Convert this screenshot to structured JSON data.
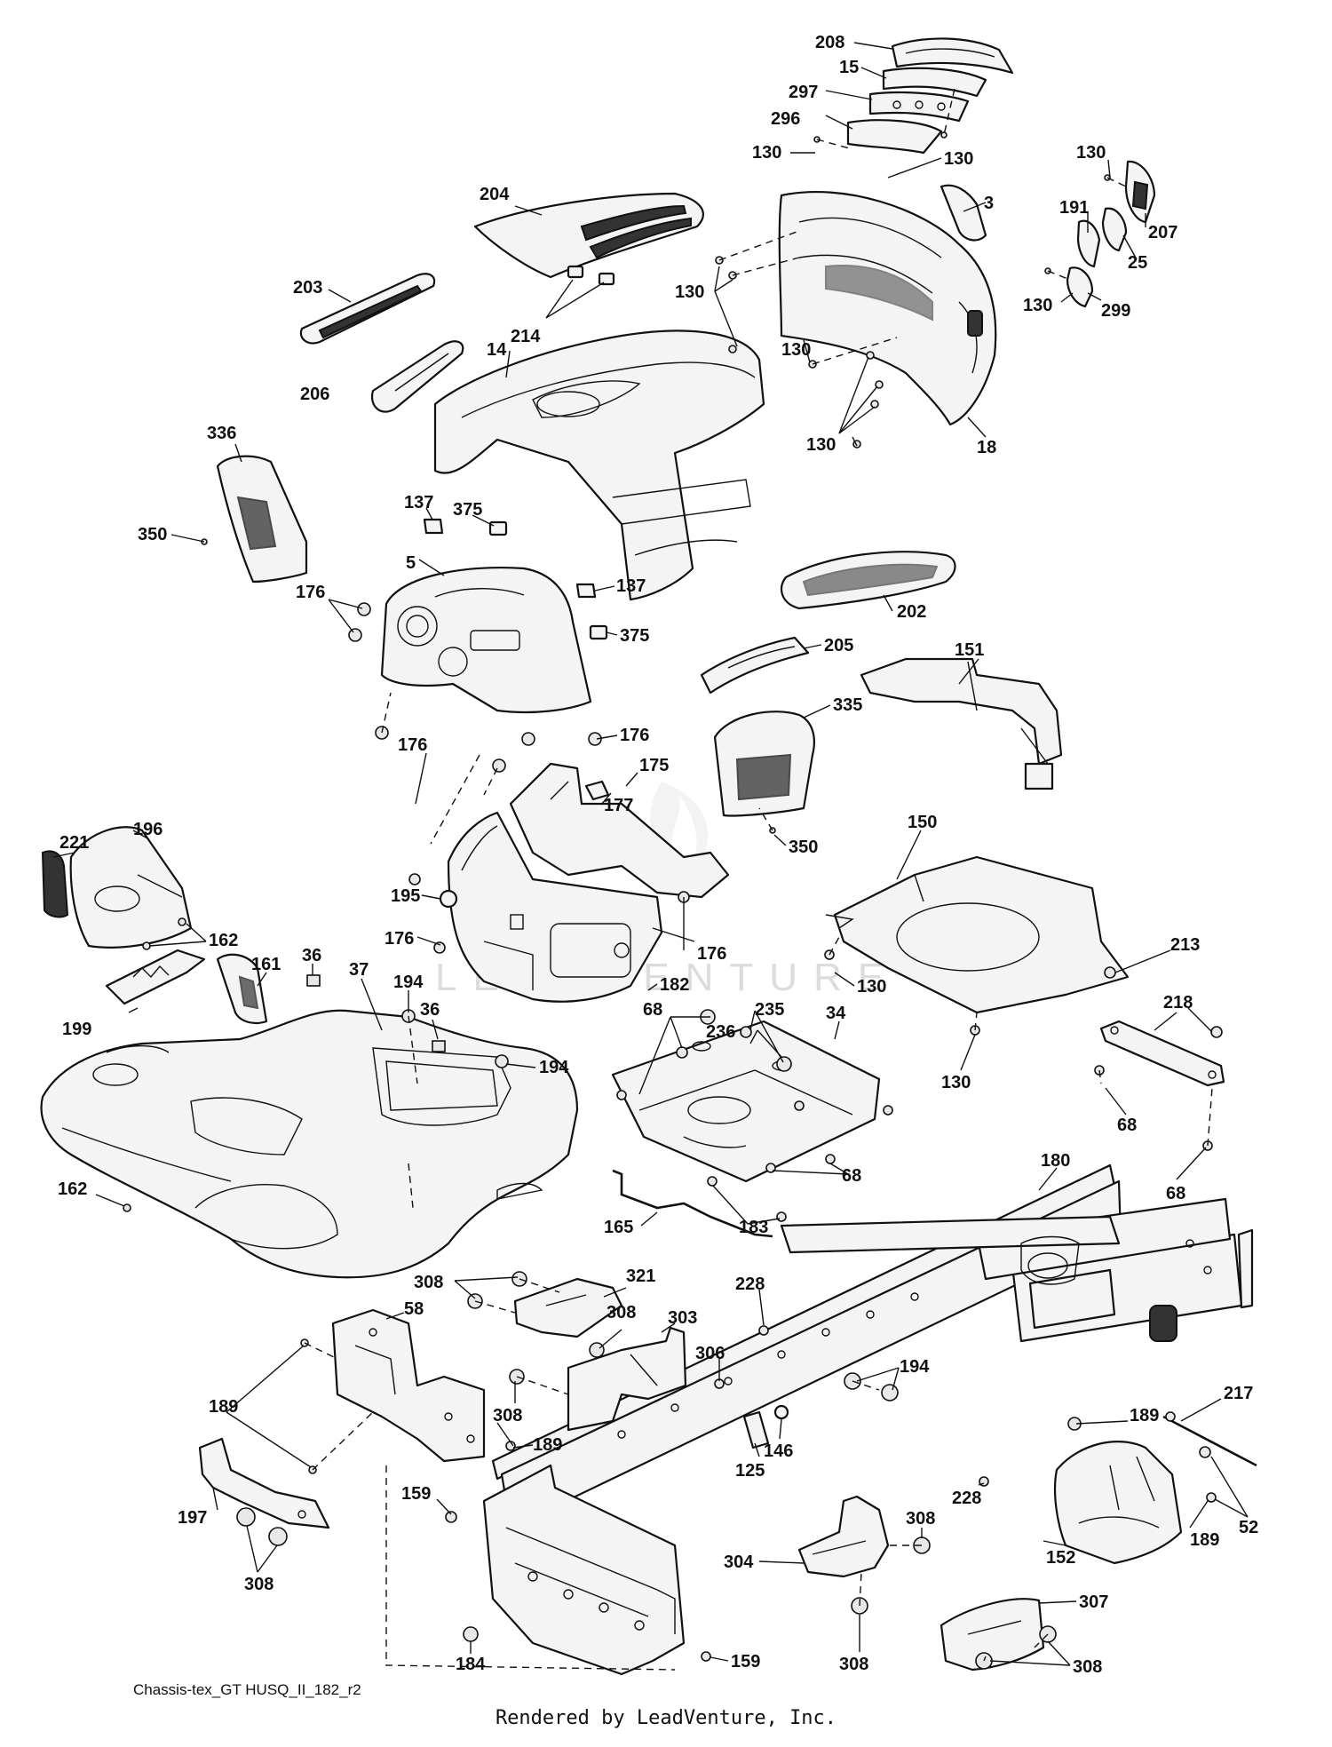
{
  "diagram": {
    "caption": "Chassis-tex_GT HUSQ_II_182_r2",
    "credit": "Rendered by LeadVenture, Inc.",
    "watermark": "LEADVENTURE",
    "callouts": [
      {
        "id": "c208",
        "text": "208"
      },
      {
        "id": "c15",
        "text": "15"
      },
      {
        "id": "c297",
        "text": "297"
      },
      {
        "id": "c296",
        "text": "296"
      },
      {
        "id": "c130a",
        "text": "130"
      },
      {
        "id": "c130b",
        "text": "130"
      },
      {
        "id": "c130c",
        "text": "130"
      },
      {
        "id": "c3",
        "text": "3"
      },
      {
        "id": "c191",
        "text": "191"
      },
      {
        "id": "c207",
        "text": "207"
      },
      {
        "id": "c25",
        "text": "25"
      },
      {
        "id": "c130d",
        "text": "130"
      },
      {
        "id": "c299",
        "text": "299"
      },
      {
        "id": "c204",
        "text": "204"
      },
      {
        "id": "c203",
        "text": "203"
      },
      {
        "id": "c214",
        "text": "214"
      },
      {
        "id": "c130e",
        "text": "130"
      },
      {
        "id": "c14",
        "text": "14"
      },
      {
        "id": "c130f",
        "text": "130"
      },
      {
        "id": "c206",
        "text": "206"
      },
      {
        "id": "c130g",
        "text": "130"
      },
      {
        "id": "c18",
        "text": "18"
      },
      {
        "id": "c336",
        "text": "336"
      },
      {
        "id": "c137a",
        "text": "137"
      },
      {
        "id": "c375a",
        "text": "375"
      },
      {
        "id": "c350a",
        "text": "350"
      },
      {
        "id": "c5",
        "text": "5"
      },
      {
        "id": "c137b",
        "text": "137"
      },
      {
        "id": "c202",
        "text": "202"
      },
      {
        "id": "c176a",
        "text": "176"
      },
      {
        "id": "c375b",
        "text": "375"
      },
      {
        "id": "c205",
        "text": "205"
      },
      {
        "id": "c151",
        "text": "151"
      },
      {
        "id": "c335",
        "text": "335"
      },
      {
        "id": "c176b",
        "text": "176"
      },
      {
        "id": "c176c",
        "text": "176"
      },
      {
        "id": "c175",
        "text": "175"
      },
      {
        "id": "c177",
        "text": "177"
      },
      {
        "id": "c350b",
        "text": "350"
      },
      {
        "id": "c150",
        "text": "150"
      },
      {
        "id": "c221",
        "text": "221"
      },
      {
        "id": "c196",
        "text": "196"
      },
      {
        "id": "c195",
        "text": "195"
      },
      {
        "id": "c162a",
        "text": "162"
      },
      {
        "id": "c176d",
        "text": "176"
      },
      {
        "id": "c176e",
        "text": "176"
      },
      {
        "id": "c130h",
        "text": "130"
      },
      {
        "id": "c213",
        "text": "213"
      },
      {
        "id": "c161",
        "text": "161"
      },
      {
        "id": "c36a",
        "text": "36"
      },
      {
        "id": "c37",
        "text": "37"
      },
      {
        "id": "c194a",
        "text": "194"
      },
      {
        "id": "c182",
        "text": "182"
      },
      {
        "id": "c36b",
        "text": "36"
      },
      {
        "id": "c68a",
        "text": "68"
      },
      {
        "id": "c235",
        "text": "235"
      },
      {
        "id": "c34",
        "text": "34"
      },
      {
        "id": "c218",
        "text": "218"
      },
      {
        "id": "c199",
        "text": "199"
      },
      {
        "id": "c236",
        "text": "236"
      },
      {
        "id": "c194b",
        "text": "194"
      },
      {
        "id": "c130i",
        "text": "130"
      },
      {
        "id": "c68b",
        "text": "68"
      },
      {
        "id": "c180",
        "text": "180"
      },
      {
        "id": "c162b",
        "text": "162"
      },
      {
        "id": "c68c",
        "text": "68"
      },
      {
        "id": "c68d",
        "text": "68"
      },
      {
        "id": "c165",
        "text": "165"
      },
      {
        "id": "c183",
        "text": "183"
      },
      {
        "id": "c308a",
        "text": "308"
      },
      {
        "id": "c321",
        "text": "321"
      },
      {
        "id": "c58",
        "text": "58"
      },
      {
        "id": "c308b",
        "text": "308"
      },
      {
        "id": "c228a",
        "text": "228"
      },
      {
        "id": "c303",
        "text": "303"
      },
      {
        "id": "c306",
        "text": "306"
      },
      {
        "id": "c194c",
        "text": "194"
      },
      {
        "id": "c217",
        "text": "217"
      },
      {
        "id": "c189a",
        "text": "189"
      },
      {
        "id": "c308c",
        "text": "308"
      },
      {
        "id": "c189b",
        "text": "189"
      },
      {
        "id": "c146",
        "text": "146"
      },
      {
        "id": "c125",
        "text": "125"
      },
      {
        "id": "c228b",
        "text": "228"
      },
      {
        "id": "c189c",
        "text": "189"
      },
      {
        "id": "c52",
        "text": "52"
      },
      {
        "id": "c197",
        "text": "197"
      },
      {
        "id": "c159a",
        "text": "159"
      },
      {
        "id": "c308d",
        "text": "308"
      },
      {
        "id": "c152",
        "text": "152"
      },
      {
        "id": "c189d",
        "text": "189"
      },
      {
        "id": "c308e",
        "text": "308"
      },
      {
        "id": "c304",
        "text": "304"
      },
      {
        "id": "c307",
        "text": "307"
      },
      {
        "id": "c184",
        "text": "184"
      },
      {
        "id": "c159b",
        "text": "159"
      },
      {
        "id": "c308f",
        "text": "308"
      },
      {
        "id": "c308g",
        "text": "308"
      }
    ]
  }
}
